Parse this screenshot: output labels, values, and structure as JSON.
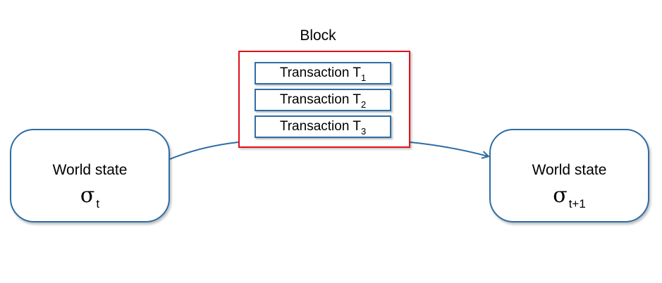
{
  "block": {
    "title": "Block",
    "transactions": [
      {
        "label": "Transaction  T",
        "index": "1"
      },
      {
        "label": "Transaction  T",
        "index": "2"
      },
      {
        "label": "Transaction  T",
        "index": "3"
      }
    ]
  },
  "states": {
    "left": {
      "label": "World state",
      "symbol": "σ",
      "subscript": "t"
    },
    "right": {
      "label": "World state",
      "symbol": "σ",
      "subscript": "t+1"
    }
  },
  "colors": {
    "state_border": "#2e6da4",
    "block_border": "#e0101a",
    "arrow": "#2e6da4"
  }
}
